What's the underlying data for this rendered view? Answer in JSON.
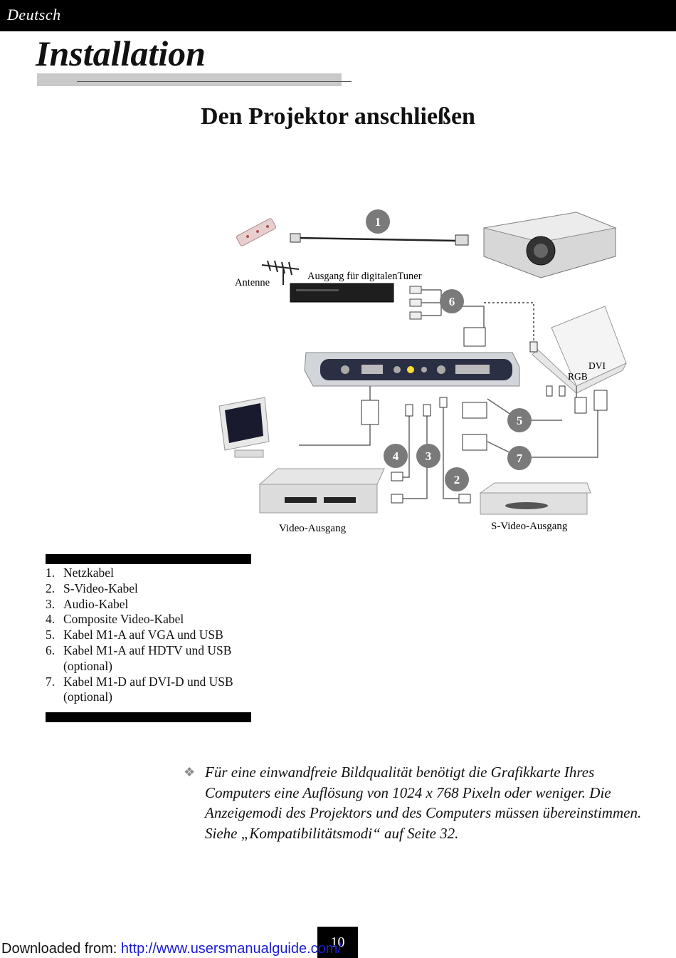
{
  "header": {
    "language": "Deutsch"
  },
  "page_title": "Installation",
  "section_title": "Den Projektor anschließen",
  "diagram": {
    "labels": {
      "antenna": "Antenne",
      "tuner_output": "Ausgang für digitalenTuner",
      "dvi": "DVI",
      "rgb": "RGB",
      "video_output": "Video-Ausgang",
      "svideo_output": "S-Video-Ausgang"
    },
    "markers": [
      "1",
      "6",
      "5",
      "4",
      "3",
      "7",
      "2"
    ]
  },
  "cables": [
    {
      "num": "1.",
      "text": "Netzkabel"
    },
    {
      "num": "2.",
      "text": "S-Video-Kabel"
    },
    {
      "num": "3.",
      "text": "Audio-Kabel"
    },
    {
      "num": "4.",
      "text": "Composite Video-Kabel"
    },
    {
      "num": "5.",
      "text": "Kabel M1-A auf VGA und USB"
    },
    {
      "num": "6.",
      "text": "Kabel M1-A auf HDTV und USB (optional)"
    },
    {
      "num": "7.",
      "text": "Kabel M1-D auf DVI-D und USB (optional)"
    }
  ],
  "note": {
    "bullet": "❖",
    "text": "Für eine einwandfreie Bildqualität benötigt die Grafikkarte Ihres Computers eine Auflösung von 1024 x 768 Pixeln oder weniger. Die Anzeigemodi  des Projektors und des Computers müssen übereinstimmen. Siehe „Kompatibilitätsmodi“ auf Seite 32."
  },
  "page_number": "10",
  "footer": {
    "prefix": "Downloaded from: ",
    "link": "http://www.usersmanualguide.com/"
  },
  "colors": {
    "marker_fill": "#7a7a7a",
    "header_bg": "#000000",
    "link": "#1a1ad6"
  }
}
